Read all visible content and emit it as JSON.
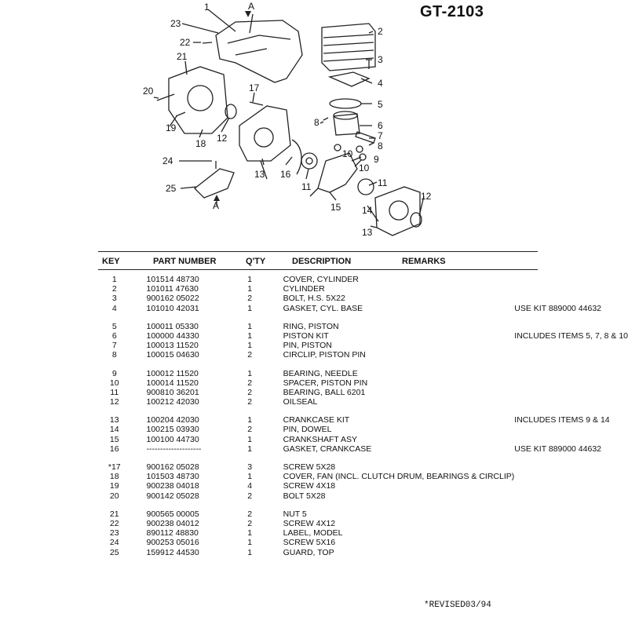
{
  "page": {
    "model": "GT-2103",
    "revised_note": "*REVISED03/94"
  },
  "diagram": {
    "callouts": [
      "1",
      "A",
      "2",
      "23",
      "22",
      "3",
      "21",
      "4",
      "20",
      "17",
      "5",
      "19",
      "12",
      "18",
      "8",
      "6",
      "7",
      "8",
      "10",
      "9",
      "10",
      "24",
      "16",
      "11",
      "11",
      "25",
      "13",
      "12",
      "15",
      "14",
      "13",
      "A"
    ]
  },
  "table": {
    "headers": {
      "key": "KEY",
      "part_number": "PART NUMBER",
      "qty": "Q'TY",
      "description": "DESCRIPTION",
      "remarks": "REMARKS"
    },
    "groups": [
      [
        {
          "key": "1",
          "part": "101514 48730",
          "qty": "1",
          "desc": "COVER, CYLINDER",
          "rem": ""
        },
        {
          "key": "2",
          "part": "101011 47630",
          "qty": "1",
          "desc": "CYLINDER",
          "rem": ""
        },
        {
          "key": "3",
          "part": "900162 05022",
          "qty": "2",
          "desc": "BOLT, H.S. 5X22",
          "rem": ""
        },
        {
          "key": "4",
          "part": "101010 42031",
          "qty": "1",
          "desc": "GASKET, CYL. BASE",
          "rem": "USE KIT 889000 44632"
        }
      ],
      [
        {
          "key": "5",
          "part": "100011 05330",
          "qty": "1",
          "desc": "RING, PISTON",
          "rem": ""
        },
        {
          "key": "6",
          "part": "100000 44330",
          "qty": "1",
          "desc": "PISTON KIT",
          "rem": "INCLUDES ITEMS 5, 7, 8 & 10"
        },
        {
          "key": "7",
          "part": "100013 11520",
          "qty": "1",
          "desc": "PIN, PISTON",
          "rem": ""
        },
        {
          "key": "8",
          "part": "100015 04630",
          "qty": "2",
          "desc": "CIRCLIP, PISTON PIN",
          "rem": ""
        }
      ],
      [
        {
          "key": "9",
          "part": "100012 11520",
          "qty": "1",
          "desc": "BEARING, NEEDLE",
          "rem": ""
        },
        {
          "key": "10",
          "part": "100014 11520",
          "qty": "2",
          "desc": "SPACER, PISTON PIN",
          "rem": ""
        },
        {
          "key": "11",
          "part": "900810 36201",
          "qty": "2",
          "desc": "BEARING, BALL 6201",
          "rem": ""
        },
        {
          "key": "12",
          "part": "100212 42030",
          "qty": "2",
          "desc": "OILSEAL",
          "rem": ""
        }
      ],
      [
        {
          "key": "13",
          "part": "100204 42030",
          "qty": "1",
          "desc": "CRANKCASE KIT",
          "rem": "INCLUDES  ITEMS 9 & 14"
        },
        {
          "key": "14",
          "part": "100215 03930",
          "qty": "2",
          "desc": "PIN, DOWEL",
          "rem": ""
        },
        {
          "key": "15",
          "part": "100100 44730",
          "qty": "1",
          "desc": "CRANKSHAFT ASY",
          "rem": ""
        },
        {
          "key": "16",
          "part": "--------------------",
          "qty": "1",
          "desc": "GASKET, CRANKCASE",
          "rem": "USE KIT 889000 44632"
        }
      ],
      [
        {
          "key": "*17",
          "part": "900162  05028",
          "qty": "3",
          "desc": "SCREW 5X28",
          "rem": ""
        },
        {
          "key": "18",
          "part": "101503 48730",
          "qty": "1",
          "desc": "COVER, FAN (INCL. CLUTCH DRUM, BEARINGS & CIRCLIP)",
          "rem": ""
        },
        {
          "key": "19",
          "part": "900238 04018",
          "qty": "4",
          "desc": "SCREW 4X18",
          "rem": ""
        },
        {
          "key": "20",
          "part": "900142 05028",
          "qty": "2",
          "desc": "BOLT 5X28",
          "rem": ""
        }
      ],
      [
        {
          "key": "21",
          "part": "900565 00005",
          "qty": "2",
          "desc": "NUT  5",
          "rem": ""
        },
        {
          "key": "22",
          "part": "900238 04012",
          "qty": "2",
          "desc": "SCREW 4X12",
          "rem": ""
        },
        {
          "key": "23",
          "part": "890112 48830",
          "qty": "1",
          "desc": "LABEL, MODEL",
          "rem": ""
        },
        {
          "key": "24",
          "part": "900253 05016",
          "qty": "1",
          "desc": "SCREW 5X16",
          "rem": ""
        },
        {
          "key": "25",
          "part": "159912 44530",
          "qty": "1",
          "desc": "GUARD, TOP",
          "rem": ""
        }
      ]
    ]
  }
}
